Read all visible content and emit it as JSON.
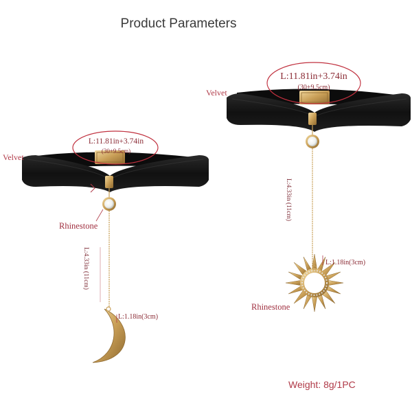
{
  "title": "Product Parameters",
  "left": {
    "velvet_label": "Velvet",
    "circle_line1": "L:11.81in+3.74in",
    "circle_line2": "(30+9.5cm)",
    "rhinestone_label": "Rhinestone",
    "chain_length": "L:4.33in (11cm)",
    "pendant_length": "L:1.18in(3cm)",
    "pendant": "crescent-moon-pendant"
  },
  "right": {
    "velvet_label": "Velvet",
    "circle_line1": "L:11.81in+3.74in",
    "circle_line2": "(30+9.5cm)",
    "rhinestone_label": "Rhinestone",
    "chain_length": "L:4.33in (11cm)",
    "pendant_length": "L:1.18in(3cm)",
    "pendant": "sun-pendant"
  },
  "weight": "Weight: 8g/1PC",
  "colors": {
    "velvet": "#161616",
    "gold": "#c9a15a",
    "annotation_red": "#b03a48"
  }
}
